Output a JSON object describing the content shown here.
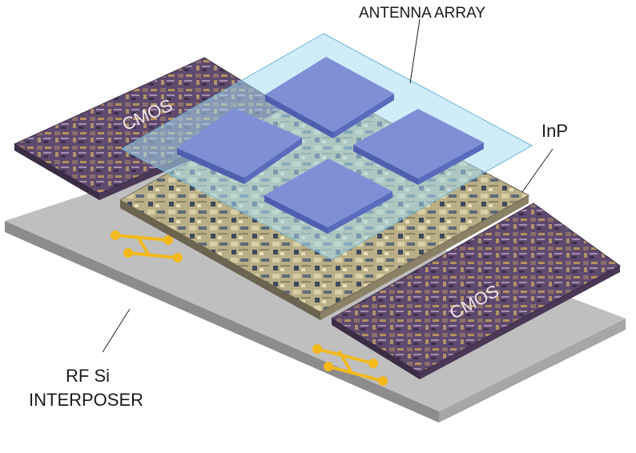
{
  "labels": {
    "antenna_array": "ANTENNA ARRAY",
    "inp": "InP",
    "cmos_left": "CMOS",
    "cmos_right": "CMOS",
    "interposer_line1": "RF Si",
    "interposer_line2": "INTERPOSER"
  },
  "colors": {
    "interposer_top": "#bfbfbf",
    "interposer_side": "#8c8c8c",
    "cmos_die": "#5e4a6e",
    "cmos_trace": "#c9a25a",
    "inp_die": "#b9ae86",
    "antenna_glass": "#a8dcf2",
    "patch_top": "#7f8fd6",
    "patch_side": "#4f5fb0",
    "rf_trace": "#f2b81c"
  },
  "icons": [
    "rf-transmission-line-icon"
  ]
}
